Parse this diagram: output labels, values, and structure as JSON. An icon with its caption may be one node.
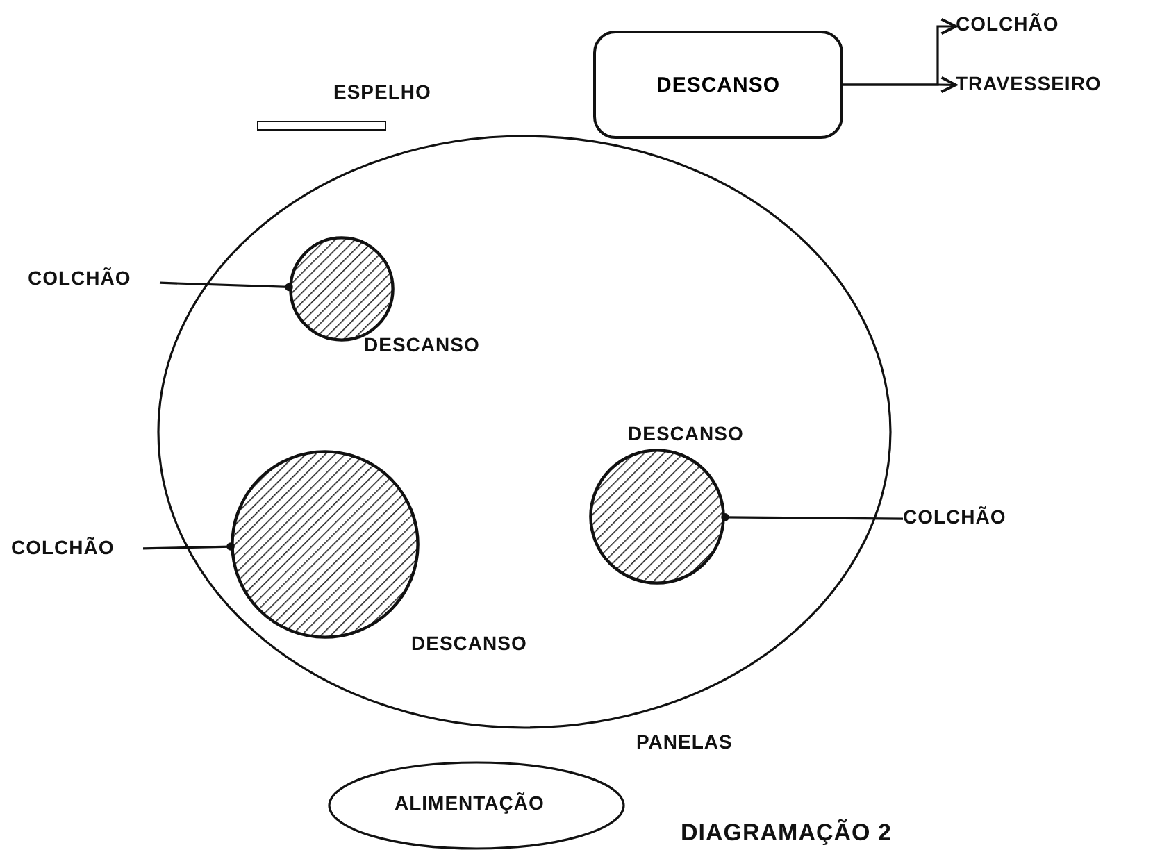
{
  "diagram": {
    "nodes": [
      {
        "text": [
          "DESCANSO"
        ]
      },
      {
        "text": [
          "COLCHÃO"
        ]
      },
      {
        "text": [
          "TRAVESSEIRO"
        ]
      },
      {
        "text": [
          "ESPELHO"
        ]
      },
      {
        "text": [],
        "shape": "circle"
      },
      {
        "text": [
          "DESCANSO"
        ],
        "in": 4
      },
      {
        "text": [
          "COLCHÃO"
        ]
      },
      {
        "text": [
          "DESCANSO"
        ],
        "in": 4
      },
      {
        "text": [
          "COLCHÃO"
        ]
      },
      {
        "text": [
          "DESCANSO"
        ],
        "in": 4
      },
      {
        "text": [
          "COLCHÃO"
        ]
      },
      {
        "text": [
          "ALIMENTAÇÃO"
        ],
        "beside": [
          "PANELAS"
        ]
      }
    ],
    "edges": [
      {
        "from": 0,
        "to": 1,
        "arrow": "to"
      },
      {
        "from": 0,
        "to": 2,
        "arrow": "to"
      },
      {
        "from": 6,
        "to": 5,
        "arrow": "other"
      },
      {
        "from": 8,
        "to": 7,
        "arrow": "other"
      },
      {
        "from": 10,
        "to": 9,
        "arrow": "other"
      }
    ],
    "labels": [
      "DIAGRAMAÇÃO 2"
    ]
  }
}
